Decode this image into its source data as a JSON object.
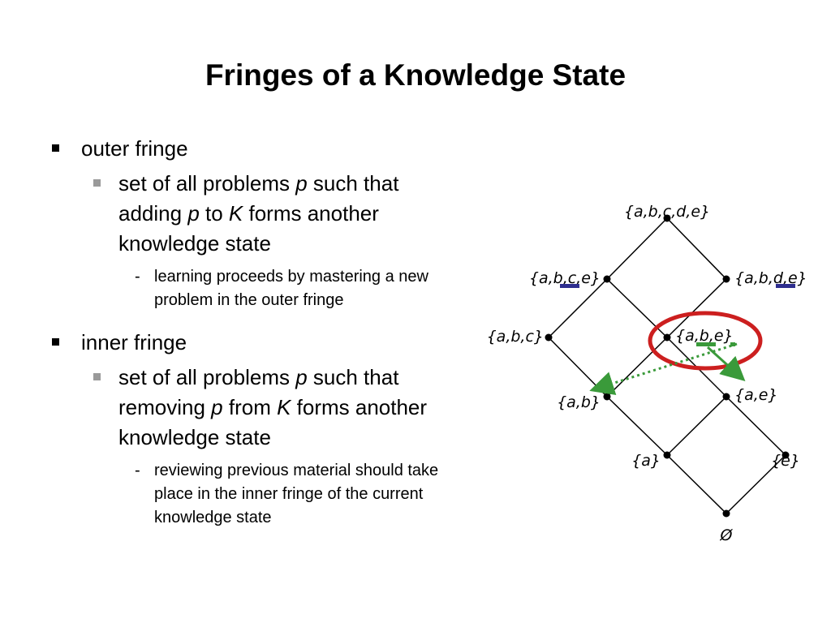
{
  "slide": {
    "title": "Fringes of a Knowledge State"
  },
  "outer": {
    "heading": "outer fringe",
    "def_pre": "set of all problems ",
    "def_p": "p",
    "def_mid1": " such that adding ",
    "def_p2": "p",
    "def_mid2": " to ",
    "def_k": "K",
    "def_post": " forms another knowledge state",
    "dash": "-",
    "note": "learning proceeds by mastering a new problem in the outer fringe"
  },
  "inner": {
    "heading": "inner fringe",
    "def_pre": "set of all problems ",
    "def_p": "p",
    "def_mid1": " such that removing ",
    "def_p2": "p",
    "def_mid2": " from ",
    "def_k": "K",
    "def_post": " forms another knowledge state",
    "dash": "-",
    "note": "reviewing previous material should take place in the inner fringe of the current knowledge state"
  },
  "lattice": {
    "nodes": [
      {
        "id": "abcde",
        "label": "{a,b,c,d,e}"
      },
      {
        "id": "abce",
        "label": "{a,b,c,e}"
      },
      {
        "id": "abde",
        "label": "{a,b,d,e}"
      },
      {
        "id": "abc",
        "label": "{a,b,c}"
      },
      {
        "id": "abe",
        "label": "{a,b,e}"
      },
      {
        "id": "ab",
        "label": "{a,b}"
      },
      {
        "id": "ae",
        "label": "{a,e}"
      },
      {
        "id": "a",
        "label": "{a}"
      },
      {
        "id": "e",
        "label": "{e}"
      },
      {
        "id": "empty",
        "label": "Ø"
      }
    ],
    "edges": [
      [
        "abcde",
        "abce"
      ],
      [
        "abcde",
        "abde"
      ],
      [
        "abce",
        "abc"
      ],
      [
        "abce",
        "abe"
      ],
      [
        "abde",
        "abe"
      ],
      [
        "abc",
        "ab"
      ],
      [
        "abe",
        "ab"
      ],
      [
        "abe",
        "ae"
      ],
      [
        "ab",
        "a"
      ],
      [
        "ae",
        "a"
      ],
      [
        "ae",
        "e"
      ],
      [
        "a",
        "empty"
      ],
      [
        "e",
        "empty"
      ]
    ],
    "current_state": "abe",
    "outer_fringe_items": [
      "c",
      "d"
    ],
    "inner_fringe_targets": [
      "ab",
      "ae"
    ],
    "colors": {
      "line": "#000000",
      "highlight_ring": "#cc1f1f",
      "outer_fringe_mark": "#2e2e8f",
      "inner_fringe_arrow": "#3a9a3a"
    }
  }
}
